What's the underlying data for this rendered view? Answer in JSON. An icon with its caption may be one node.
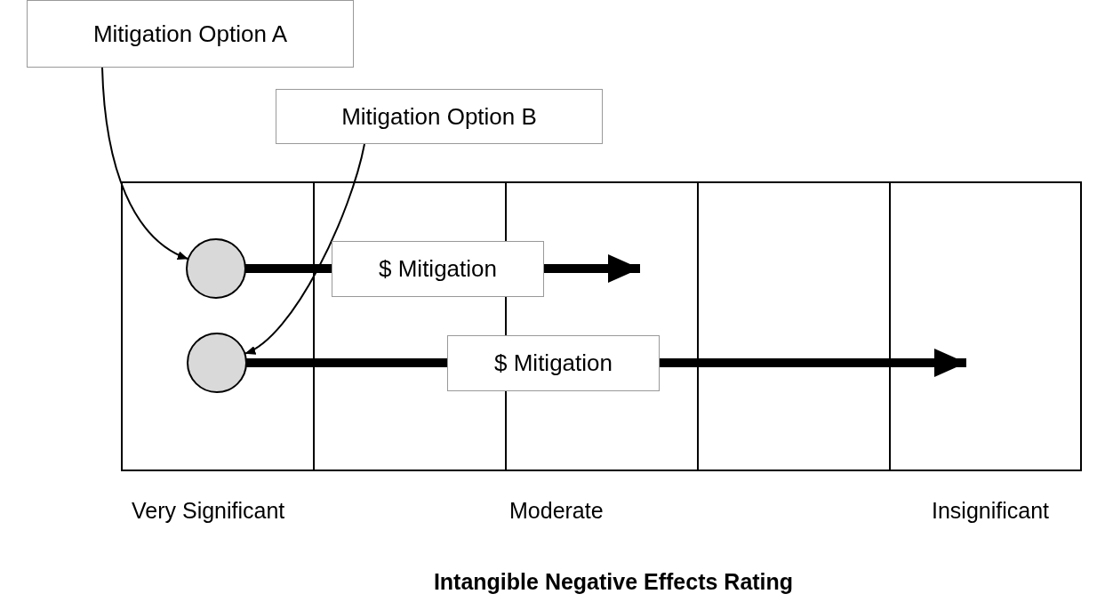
{
  "diagram": {
    "nodes": [
      {
        "text": [
          "Mitigation Option A"
        ]
      },
      {
        "text": [
          "Mitigation Option B"
        ]
      },
      {
        "text": [],
        "shape": "circle"
      },
      {
        "text": [],
        "shape": "circle"
      }
    ],
    "edges": [
      {
        "from": 0,
        "to": 2,
        "arrow": "to"
      },
      {
        "from": 1,
        "to": 3,
        "arrow": "to"
      },
      {
        "from": 2,
        "to": null,
        "arrow": "to",
        "label": "$ Mitigation",
        "style": "thick"
      },
      {
        "from": 3,
        "to": null,
        "arrow": "to",
        "label": "$ Mitigation",
        "style": "thick"
      }
    ],
    "labels": [
      "Very Significant",
      "Moderate",
      "Insignificant",
      "Intangible Negative Effects Rating"
    ]
  }
}
